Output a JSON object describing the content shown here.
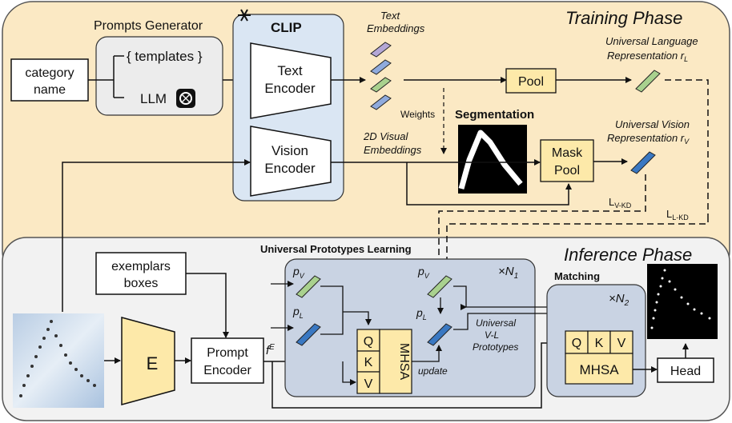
{
  "phases": {
    "training": "Training Phase",
    "inference": "Inference Phase"
  },
  "prompts_generator": {
    "title": "Prompts Generator",
    "templates": "{ templates }",
    "llm": "LLM"
  },
  "clip": {
    "title": "CLIP",
    "text_encoder_1": "Text",
    "text_encoder_2": "Encoder",
    "vision_encoder_1": "Vision",
    "vision_encoder_2": "Encoder"
  },
  "inputs": {
    "category_1": "category",
    "category_2": "name",
    "exemplars_1": "exemplars",
    "exemplars_2": "boxes"
  },
  "labels": {
    "text_emb_1": "Text",
    "text_emb_2": "Embeddings",
    "vis_emb_1": "2D Visual",
    "vis_emb_2": "Embeddings",
    "weights": "Weights",
    "segmentation": "Segmentation",
    "pool": "Pool",
    "mask_pool_1": "Mask",
    "mask_pool_2": "Pool",
    "ulr_1": "Universal Language",
    "ulr_2": "Representation r",
    "uvr_1": "Universal Vision",
    "uvr_2": "Representation r",
    "sub_l": "L",
    "sub_v": "V",
    "loss_v": "L",
    "loss_v_sub": "V-KD",
    "loss_l": "L",
    "loss_l_sub": "L-KD"
  },
  "upl": {
    "title": "Universal Prototypes Learning",
    "repeat": "×N",
    "repeat_sub": "1",
    "pv": "p",
    "pl": "p",
    "sub_v": "V",
    "sub_l": "L",
    "q": "Q",
    "k": "K",
    "v": "V",
    "mhsa": "MHSA",
    "update": "update",
    "proto_1": "Universal",
    "proto_2": "V-L",
    "proto_3": "Prototypes"
  },
  "matching": {
    "title": "Matching",
    "repeat": "×N",
    "repeat_sub": "2",
    "q": "Q",
    "k": "K",
    "v": "V",
    "mhsa": "MHSA"
  },
  "encoder": {
    "e": "E",
    "prompt_1": "Prompt",
    "prompt_2": "Encoder",
    "fe": "f",
    "fe_sup": "E"
  },
  "head": "Head",
  "colors": {
    "training_bg": "#fbe9c4",
    "inference_bg": "#f2f2f2",
    "clip_bg": "#dae6f3",
    "panel_bg": "#c9d3e3",
    "yellow": "#fde9a9",
    "green": "#a9d18e",
    "blue": "#3a78c2",
    "purple": "#b4a7d6"
  }
}
